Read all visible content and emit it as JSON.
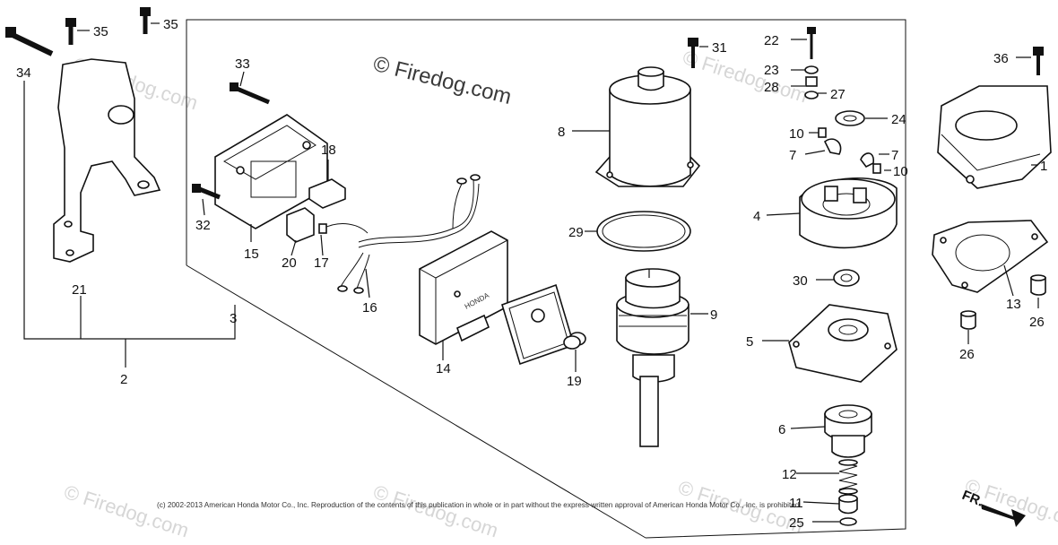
{
  "watermark": {
    "main": "© Firedog.com",
    "faint": "© Firedog.com"
  },
  "copyright": "(c) 2002-2013 American Honda Motor Co., Inc. Reproduction of the contents of this publication in whole or in part without the express written approval of American Honda Motor Co., Inc. is prohibited.",
  "direction_label": "FR.",
  "part_brand": "HONDA",
  "callouts": {
    "c1": "1",
    "c2": "2",
    "c3": "3",
    "c4": "4",
    "c5": "5",
    "c6": "6",
    "c7a": "7",
    "c7b": "7",
    "c8": "8",
    "c9": "9",
    "c10a": "10",
    "c10b": "10",
    "c11": "11",
    "c12": "12",
    "c13": "13",
    "c14": "14",
    "c15": "15",
    "c16": "16",
    "c17": "17",
    "c18": "18",
    "c19": "19",
    "c20": "20",
    "c21": "21",
    "c22": "22",
    "c23": "23",
    "c24": "24",
    "c25": "25",
    "c26a": "26",
    "c26b": "26",
    "c27": "27",
    "c28": "28",
    "c29": "29",
    "c30": "30",
    "c31": "31",
    "c32": "32",
    "c33": "33",
    "c34": "34",
    "c35a": "35",
    "c35b": "35",
    "c36": "36"
  }
}
